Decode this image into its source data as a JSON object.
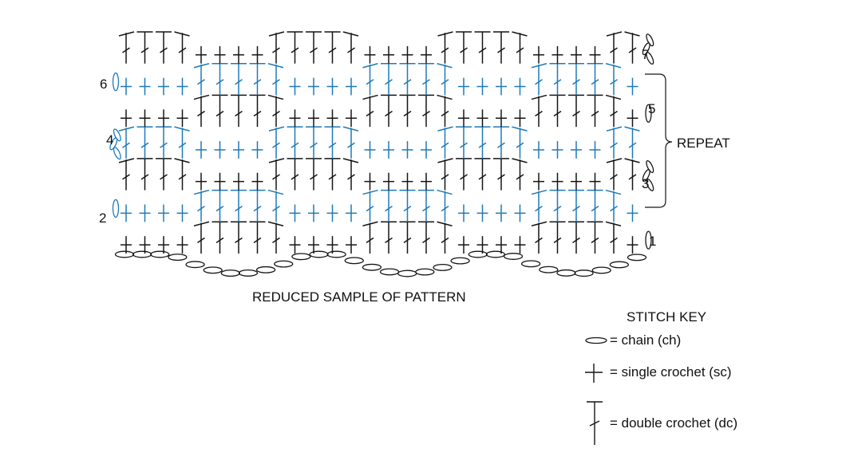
{
  "colors": {
    "black": "#151515",
    "blue": "#1e7ab8"
  },
  "row_labels": [
    "1",
    "2",
    "3",
    "4",
    "5",
    "6",
    "7"
  ],
  "bracket_label": "REPEAT",
  "caption": "REDUCED SAMPLE OF PATTERN",
  "key": {
    "title": "STITCH KEY",
    "items": [
      {
        "icon": "chain-icon",
        "label": "= chain (ch)"
      },
      {
        "icon": "single-crochet-icon",
        "label": "= single crochet (sc)"
      },
      {
        "icon": "double-crochet-icon",
        "label": "= double crochet (dc)"
      }
    ]
  },
  "pattern": {
    "stitch_columns": 28,
    "rows": [
      {
        "row": 1,
        "color": "black",
        "stitches": "sc4 dc5 sc4 dc5 sc4 dc5 sc1",
        "turning_chain": "right"
      },
      {
        "row": 2,
        "color": "blue",
        "stitches": "sc4 dc5 sc4 dc5 sc4 dc5 sc1",
        "turning_chain": "left"
      },
      {
        "row": 3,
        "color": "black",
        "stitches": "dc4 sc4 dc5 sc4 dc5 sc4 dc2",
        "turning_chain": "right"
      },
      {
        "row": 4,
        "color": "blue",
        "stitches": "dc4 sc4 dc5 sc4 dc5 sc4 dc2",
        "turning_chain": "left"
      },
      {
        "row": 5,
        "color": "black",
        "stitches": "sc4 dc5 sc4 dc5 sc4 dc5 sc1",
        "turning_chain": "right"
      },
      {
        "row": 6,
        "color": "blue",
        "stitches": "sc4 dc5 sc4 dc5 sc4 dc5 sc1",
        "turning_chain": "left"
      },
      {
        "row": 7,
        "color": "black",
        "stitches": "dc4 sc4 dc5 sc4 dc5 sc4 dc2",
        "turning_chain": "right"
      }
    ],
    "repeat_rows": [
      2,
      5
    ]
  }
}
